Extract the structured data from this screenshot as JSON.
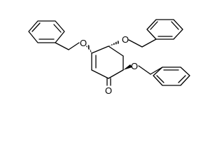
{
  "molecule": {
    "atoms": {
      "o_benzyloxy_left": "O",
      "o_benzyloxy_top": "O",
      "o_benzyloxy_right": "O",
      "o_carbonyl": "O"
    }
  }
}
